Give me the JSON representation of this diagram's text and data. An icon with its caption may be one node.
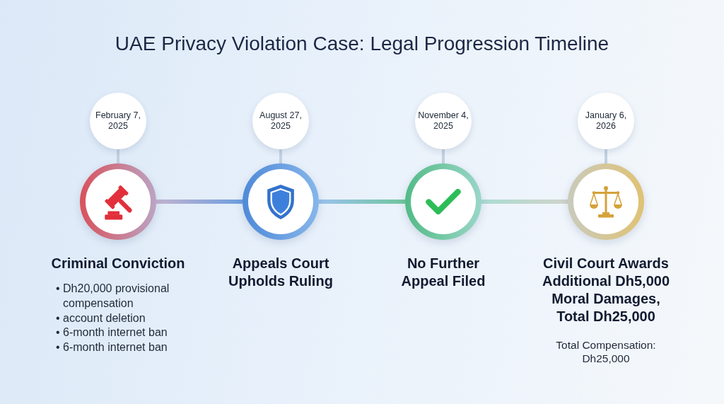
{
  "diagram": {
    "title": "UAE Privacy Violation Case: Legal Progression Timeline",
    "nodes": [
      {
        "text": [
          "February 7, 2025"
        ]
      },
      {
        "text": [
          "Criminal Conviction"
        ],
        "beside": [
          "• Dh20,000 provisional compensation",
          "• account deletion",
          "• 6-month internet ban",
          "• 6-month internet ban"
        ]
      },
      {
        "text": [
          "August 27, 2025"
        ]
      },
      {
        "text": [
          "Appeals Court Upholds Ruling"
        ]
      },
      {
        "text": [
          "November 4, 2025"
        ]
      },
      {
        "text": [
          "No Further Appeal Filed"
        ]
      },
      {
        "text": [
          "January 6, 2026"
        ]
      },
      {
        "text": [
          "Civil Court Awards Additional Dh5,000 Moral Damages, Total Dh25,000"
        ]
      }
    ],
    "edges": [
      {
        "from": 0,
        "to": 1,
        "arrow": "none"
      },
      {
        "from": 1,
        "to": 3,
        "arrow": "none"
      },
      {
        "from": 2,
        "to": 3,
        "arrow": "none"
      },
      {
        "from": 3,
        "to": 5,
        "arrow": "none"
      },
      {
        "from": 4,
        "to": 5,
        "arrow": "none"
      },
      {
        "from": 5,
        "to": 7,
        "arrow": "none"
      },
      {
        "from": 6,
        "to": 7,
        "arrow": "none"
      }
    ],
    "labels": [
      "Total Compensation: Dh25,000"
    ]
  }
}
